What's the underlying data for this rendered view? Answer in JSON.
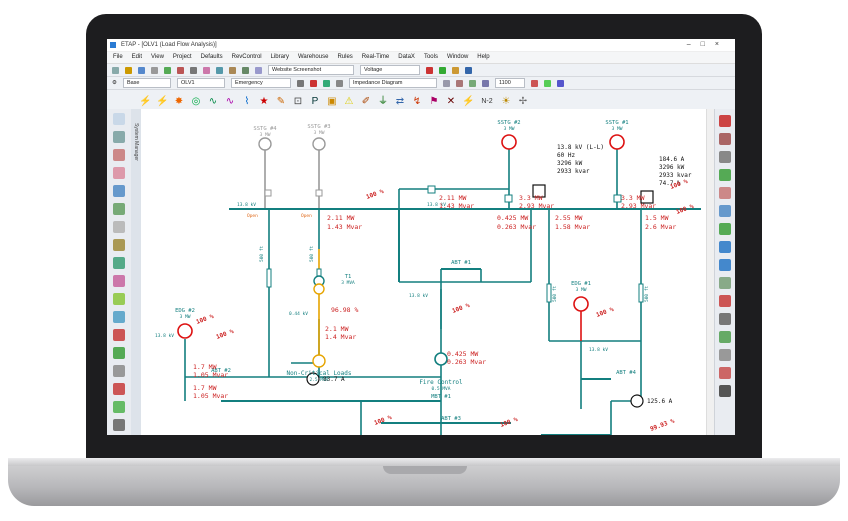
{
  "window": {
    "title": "ETAP - [OLV1 (Load Flow Analysis)]"
  },
  "menu": [
    "File",
    "Edit",
    "View",
    "Project",
    "Defaults",
    "RevControl",
    "Library",
    "Warehouse",
    "Rules",
    "Real-Time",
    "DataX",
    "Tools",
    "Window",
    "Help"
  ],
  "toolbar": {
    "combo_base": "Base",
    "combo_olv": "OLV1",
    "combo_mode": "Emergency",
    "combo_view": "Website Screenshot",
    "combo_voltage": "Voltage",
    "combo_diagram": "Impedance Diagram",
    "combo_zoom": "1100",
    "n2": "N-2"
  },
  "sidebar": {
    "system_manager": "System Manager"
  },
  "diagram": {
    "sstg4": {
      "name": "SSTG #4",
      "rating": "3 MW"
    },
    "sstg3": {
      "name": "SSTG #3",
      "rating": "3 MW"
    },
    "sstg2": {
      "name": "SSTG #2",
      "rating": "3 MW"
    },
    "sstg1": {
      "name": "SSTG #1",
      "rating": "3 MW"
    },
    "open1": "Open",
    "open2": "Open",
    "meter2": {
      "l1": "13.8 kV (L-L)",
      "l2": "60 Hz",
      "l3": "3296 kW",
      "l4": "2933 kvar"
    },
    "meter1": {
      "l1": "184.6 A",
      "l2": "3296 kW",
      "l3": "2933 kvar",
      "l4": "74.7 %"
    },
    "bus_kv_a": "13.8 kV",
    "bus_kv_b": "13.8 kV",
    "bus_kv_c": "13.8 kV",
    "bus_kv_d": "13.8 kV",
    "bus_kv_e": "13.8 kV",
    "pct_100_a": "100 %",
    "pct_100_b": "100 %",
    "pct_100_c": "100 %",
    "pct_100_d": "100 %",
    "pct_100_e": "100 %",
    "pct_100_f": "100 %",
    "pct_100_g": "100 %",
    "pct_100_h": "100 %",
    "pct_100_i": "100 %",
    "flow_a1": "2.11 MW",
    "flow_a2": "1.43 Mvar",
    "flow_b1": "2.11 MW",
    "flow_b2": "1.43 Mvar",
    "flow_c1": "3.3 MW",
    "flow_c2": "2.93 Mvar",
    "flow_d1": "3.3 MW",
    "flow_d2": "2.93 Mvar",
    "flow_e1": "0.425 MW",
    "flow_e2": "0.263 Mvar",
    "flow_f1": "2.55 MW",
    "flow_f2": "1.58 Mvar",
    "flow_g1": "1.5 MW",
    "flow_g2": "2.6 Mvar",
    "t1": {
      "name": "T1",
      "rating": "3 MVA"
    },
    "kv044": "0.44 kV",
    "pct_9698": "96.98 %",
    "flow_h1": "2.1 MW",
    "flow_h2": "1.4 Mvar",
    "noncrit": {
      "name": "Non-Critical Loads",
      "rating": "2.5 MVA"
    },
    "abt1": "ABT #1",
    "fire_flow1": "0.425 MW",
    "fire_flow2": "0.263 Mvar",
    "fire": {
      "name": "Fire Control",
      "rating": "0.5 MVA"
    },
    "edg2": {
      "name": "EDG #2",
      "rating": "3 MW"
    },
    "edg2_f1": "1.7 MW",
    "edg2_f2": "1.05 Mvar",
    "edg2_f3": "1.7 MW",
    "edg2_f4": "1.05 Mvar",
    "abt2": "ABT #2",
    "edg1": {
      "name": "EDG #1",
      "rating": "3 MW"
    },
    "abt4": "ABT #4",
    "mbt1": "MBT #1",
    "abt3": "ABT #3",
    "amp_837": "83.7 A",
    "amp_1256": "125.6 A",
    "pct_9993": "99.93 %",
    "cable_a": "500 ft",
    "cable_b": "500 ft",
    "cable_c": "500 ft",
    "cable_d": "500 ft"
  },
  "colors": {
    "bus": "#137f7f",
    "flow": "#cc2222",
    "gen": "#dd1111",
    "gray": "#9a9a9a",
    "transformer": "#e6a400"
  }
}
